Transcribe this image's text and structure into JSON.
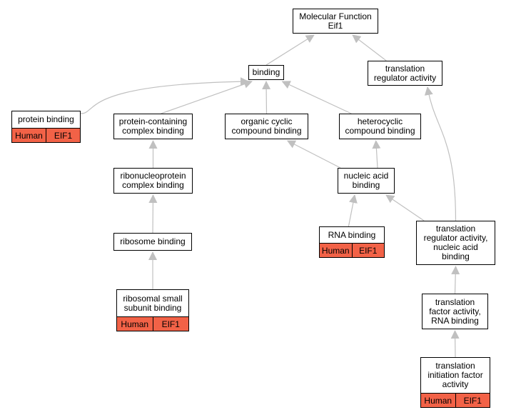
{
  "nodes": {
    "molecular_function": {
      "label": "Molecular Function\nEif1"
    },
    "binding": {
      "label": "binding"
    },
    "translation_regulator_activity": {
      "label": "translation\nregulator activity"
    },
    "protein_binding": {
      "label": "protein binding",
      "annotation": {
        "species": "Human",
        "gene": "EIF1"
      }
    },
    "protein_containing_complex_binding": {
      "label": "protein-containing\ncomplex binding"
    },
    "organic_cyclic_compound_binding": {
      "label": "organic cyclic\ncompound binding"
    },
    "heterocyclic_compound_binding": {
      "label": "heterocyclic\ncompound binding"
    },
    "ribonucleoprotein_complex_binding": {
      "label": "ribonucleoprotein\ncomplex binding"
    },
    "nucleic_acid_binding": {
      "label": "nucleic acid\nbinding"
    },
    "ribosome_binding": {
      "label": "ribosome binding"
    },
    "rna_binding": {
      "label": "RNA binding",
      "annotation": {
        "species": "Human",
        "gene": "EIF1"
      }
    },
    "translation_regulator_nucleic_acid": {
      "label": "translation\nregulator activity,\nnucleic acid\nbinding"
    },
    "ribosomal_small_subunit_binding": {
      "label": "ribosomal small\nsubunit binding",
      "annotation": {
        "species": "Human",
        "gene": "EIF1"
      }
    },
    "translation_factor_rna_binding": {
      "label": "translation\nfactor activity,\nRNA binding"
    },
    "translation_initiation_factor_activity": {
      "label": "translation\ninitiation factor\nactivity",
      "annotation": {
        "species": "Human",
        "gene": "EIF1"
      }
    }
  },
  "edges": [
    {
      "from": "binding",
      "to": "molecular_function"
    },
    {
      "from": "translation_regulator_activity",
      "to": "molecular_function"
    },
    {
      "from": "protein_binding",
      "to": "binding"
    },
    {
      "from": "protein_containing_complex_binding",
      "to": "binding"
    },
    {
      "from": "organic_cyclic_compound_binding",
      "to": "binding"
    },
    {
      "from": "heterocyclic_compound_binding",
      "to": "binding"
    },
    {
      "from": "ribonucleoprotein_complex_binding",
      "to": "protein_containing_complex_binding"
    },
    {
      "from": "ribosome_binding",
      "to": "ribonucleoprotein_complex_binding"
    },
    {
      "from": "ribosomal_small_subunit_binding",
      "to": "ribosome_binding"
    },
    {
      "from": "nucleic_acid_binding",
      "to": "organic_cyclic_compound_binding"
    },
    {
      "from": "nucleic_acid_binding",
      "to": "heterocyclic_compound_binding"
    },
    {
      "from": "rna_binding",
      "to": "nucleic_acid_binding"
    },
    {
      "from": "translation_regulator_nucleic_acid",
      "to": "nucleic_acid_binding"
    },
    {
      "from": "translation_regulator_nucleic_acid",
      "to": "translation_regulator_activity"
    },
    {
      "from": "translation_factor_rna_binding",
      "to": "translation_regulator_nucleic_acid"
    },
    {
      "from": "translation_initiation_factor_activity",
      "to": "translation_factor_rna_binding"
    }
  ],
  "colors": {
    "edge": "#c0c0c0",
    "annotation_fill": "#f26247",
    "node_border": "#000000"
  }
}
